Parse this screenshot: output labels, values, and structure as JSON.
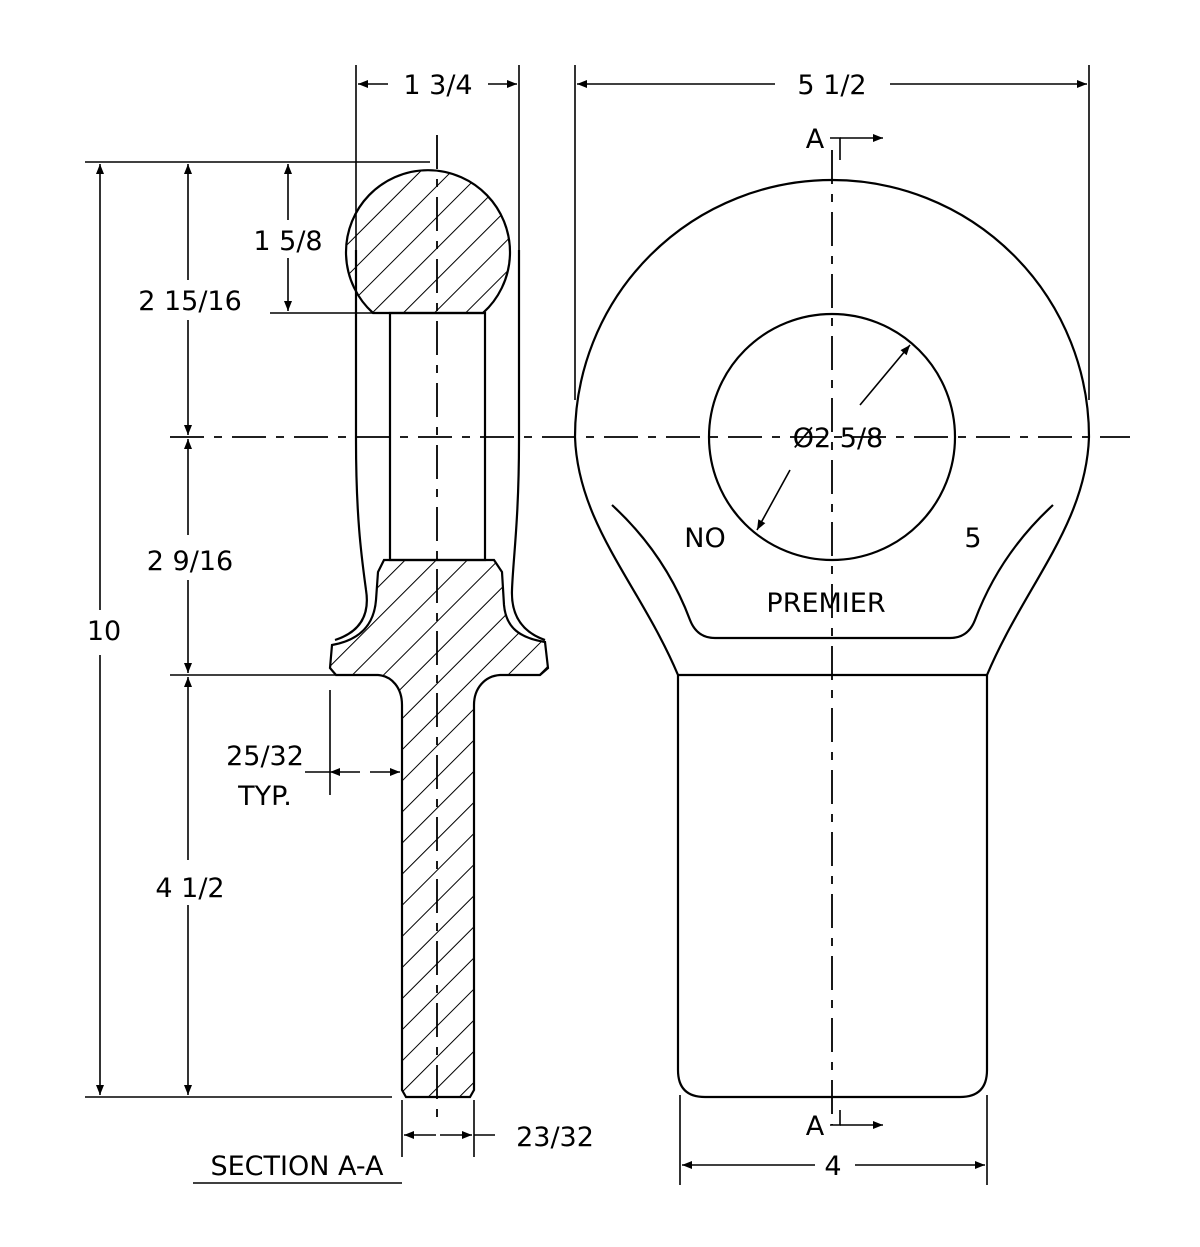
{
  "drawing": {
    "section_title": "SECTION A-A",
    "section_marker": "A",
    "dimensions": {
      "head_width": "1 3/4",
      "overall_width": "5 1/2",
      "ball_height": "1 5/8",
      "top_to_center": "2 15/16",
      "center_to_shoulder": "2 9/16",
      "overall_height": "10",
      "shank_length": "4 1/2",
      "fillet": "25/32",
      "fillet_note": "TYP.",
      "shank_thickness": "23/32",
      "eye_diameter": "Ø2 5/8",
      "shank_width": "4"
    },
    "markings": {
      "left": "NO",
      "right": "5",
      "maker": "PREMIER"
    }
  }
}
